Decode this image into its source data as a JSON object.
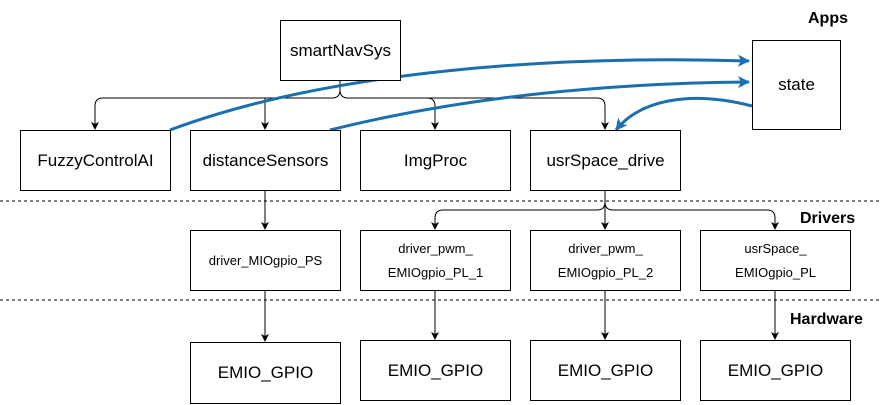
{
  "layers": {
    "apps": "Apps",
    "drivers": "Drivers",
    "hardware": "Hardware"
  },
  "apps": {
    "root": "smartNavSys",
    "state": "state",
    "fuzzy": "FuzzyControlAI",
    "distance": "distanceSensors",
    "imgproc": "ImgProc",
    "usrspace": "usrSpace_drive"
  },
  "drivers": {
    "mio": "driver_MIOgpio_PS",
    "pwm1_line1": "driver_pwm_",
    "pwm1_line2": "EMIOgpio_PL_1",
    "pwm2_line1": "driver_pwm_",
    "pwm2_line2": "EMIOgpio_PL_2",
    "usr_line1": "usrSpace_",
    "usr_line2": "EMIOgpio_PL"
  },
  "hardware": {
    "hw1": "EMIO_GPIO",
    "hw2": "EMIO_GPIO",
    "hw3": "EMIO_GPIO",
    "hw4": "EMIO_GPIO"
  },
  "colors": {
    "blue_arrow": "#1a6faf",
    "line": "#000000"
  }
}
